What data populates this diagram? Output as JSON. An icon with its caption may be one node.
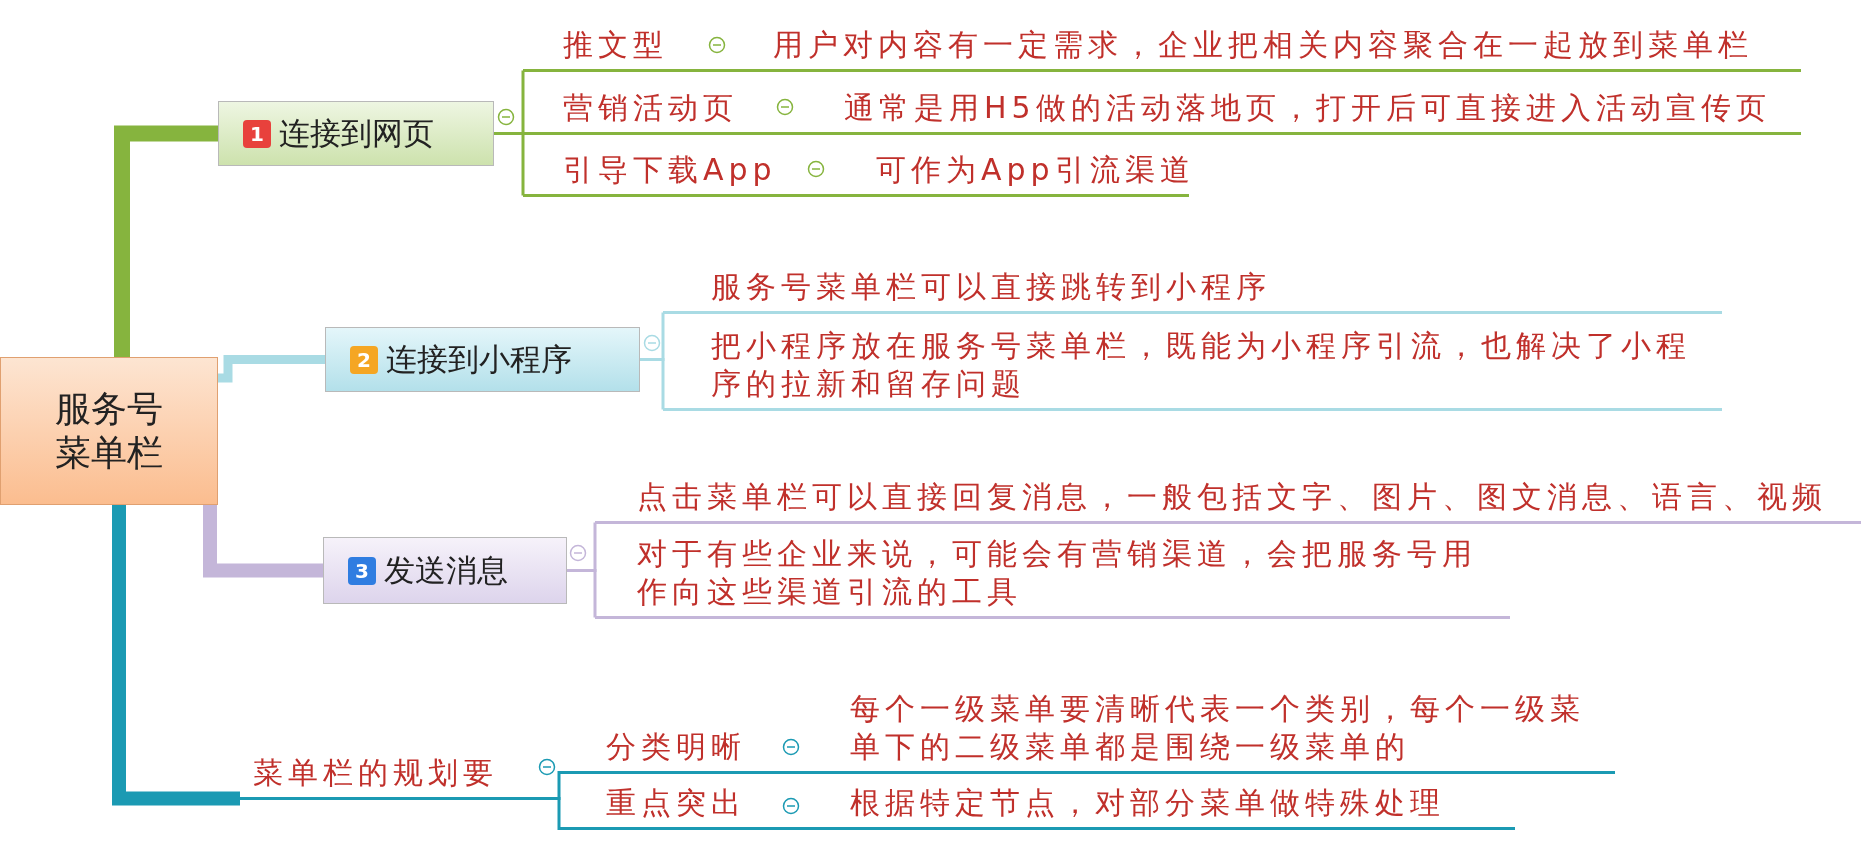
{
  "diagram": {
    "nodes": [
      {
        "text": [
          "服务号菜单栏"
        ]
      },
      {
        "text": [
          "1",
          "连接到网页"
        ]
      },
      {
        "text": [
          "推文型"
        ]
      },
      {
        "text": [
          "用户对内容有一定需求，企业把相关内容聚合在一起放到菜单栏"
        ]
      },
      {
        "text": [
          "营销活动页"
        ]
      },
      {
        "text": [
          "通常是用H5做的活动落地页，打开后可直接进入活动宣传页"
        ]
      },
      {
        "text": [
          "引导下载App"
        ]
      },
      {
        "text": [
          "可作为App引流渠道"
        ]
      },
      {
        "text": [
          "2",
          "连接到小程序"
        ]
      },
      {
        "text": [
          "服务号菜单栏可以直接跳转到小程序"
        ]
      },
      {
        "text": [
          "把小程序放在服务号菜单栏，既能为小程序引流，也解决了小程序的拉新和留存问题"
        ]
      },
      {
        "text": [
          "3",
          "发送消息"
        ]
      },
      {
        "text": [
          "点击菜单栏可以直接回复消息，一般包括文字、图片、图文消息、语言、视频"
        ]
      },
      {
        "text": [
          "对于有些企业来说，可能会有营销渠道，会把服务号用作向这些渠道引流的工具"
        ]
      },
      {
        "text": [
          "菜单栏的规划要"
        ]
      },
      {
        "text": [
          "分类明晰"
        ]
      },
      {
        "text": [
          "每个一级菜单要清晰代表一个类别，每个一级菜单下的二级菜单都是围绕一级菜单的"
        ]
      },
      {
        "text": [
          "重点突出"
        ]
      },
      {
        "text": [
          "根据特定节点，对部分菜单做特殊处理"
        ]
      }
    ],
    "edges": [
      {
        "from": 0,
        "to": 1,
        "arrow": "none",
        "style": "thick",
        "color": "#86b43e"
      },
      {
        "from": 0,
        "to": 8,
        "arrow": "none",
        "style": "thick",
        "color": "#a9dbe4"
      },
      {
        "from": 0,
        "to": 11,
        "arrow": "none",
        "style": "thick",
        "color": "#c4b6d9"
      },
      {
        "from": 0,
        "to": 14,
        "arrow": "none",
        "style": "thick",
        "color": "#1b9ab3"
      },
      {
        "from": 1,
        "to": 2,
        "arrow": "none",
        "color": "#86b43e"
      },
      {
        "from": 1,
        "to": 4,
        "arrow": "none",
        "color": "#86b43e"
      },
      {
        "from": 1,
        "to": 6,
        "arrow": "none",
        "color": "#86b43e"
      },
      {
        "from": 2,
        "to": 3,
        "arrow": "none",
        "color": "#86b43e"
      },
      {
        "from": 4,
        "to": 5,
        "arrow": "none",
        "color": "#86b43e"
      },
      {
        "from": 6,
        "to": 7,
        "arrow": "none",
        "color": "#86b43e"
      },
      {
        "from": 8,
        "to": 9,
        "arrow": "none",
        "color": "#a9dbe4"
      },
      {
        "from": 8,
        "to": 10,
        "arrow": "none",
        "color": "#a9dbe4"
      },
      {
        "from": 11,
        "to": 12,
        "arrow": "none",
        "color": "#c4b6d9"
      },
      {
        "from": 11,
        "to": 13,
        "arrow": "none",
        "color": "#c4b6d9"
      },
      {
        "from": 14,
        "to": 15,
        "arrow": "none",
        "color": "#1b9ab3"
      },
      {
        "from": 14,
        "to": 17,
        "arrow": "none",
        "color": "#1b9ab3"
      },
      {
        "from": 15,
        "to": 16,
        "arrow": "none",
        "color": "#1b9ab3"
      },
      {
        "from": 17,
        "to": 18,
        "arrow": "none",
        "color": "#1b9ab3"
      }
    ]
  }
}
